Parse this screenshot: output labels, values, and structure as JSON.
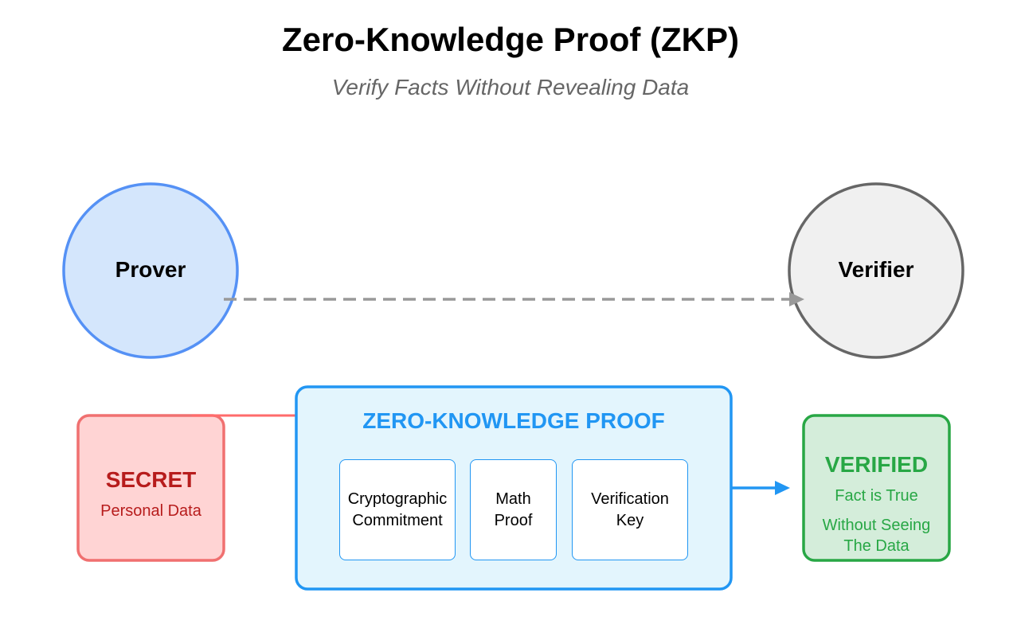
{
  "header": {
    "title": "Zero-Knowledge Proof (ZKP)",
    "subtitle": "Verify Facts Without Revealing Data"
  },
  "prover": {
    "label": "Prover",
    "fill": "#d4e6fc",
    "stroke": "#5591f5"
  },
  "verifier": {
    "label": "Verifier",
    "fill": "#f0f0f0",
    "stroke": "#666666"
  },
  "secret": {
    "title": "SECRET",
    "subtitle": "Personal Data",
    "fill": "#ffd4d4",
    "stroke": "#f07070",
    "text_color": "#b71c1c"
  },
  "zkp_box": {
    "title": "ZERO-KNOWLEDGE PROOF",
    "fill": "#e3f5fd",
    "stroke": "#2196f3",
    "text_color": "#2196f3",
    "components": [
      {
        "label": "Cryptographic\nCommitment"
      },
      {
        "label": "Math\nProof"
      },
      {
        "label": "Verification\nKey"
      }
    ]
  },
  "verified": {
    "title": "VERIFIED",
    "line1": "Fact is True",
    "line2": "Without Seeing\nThe Data",
    "fill": "#d4edda",
    "stroke": "#28a745",
    "text_color": "#28a745"
  },
  "connectors": {
    "prover_to_verifier_color": "#999999",
    "secret_to_zkp_color": "#ff6b6b",
    "zkp_to_verified_color": "#2196f3"
  }
}
